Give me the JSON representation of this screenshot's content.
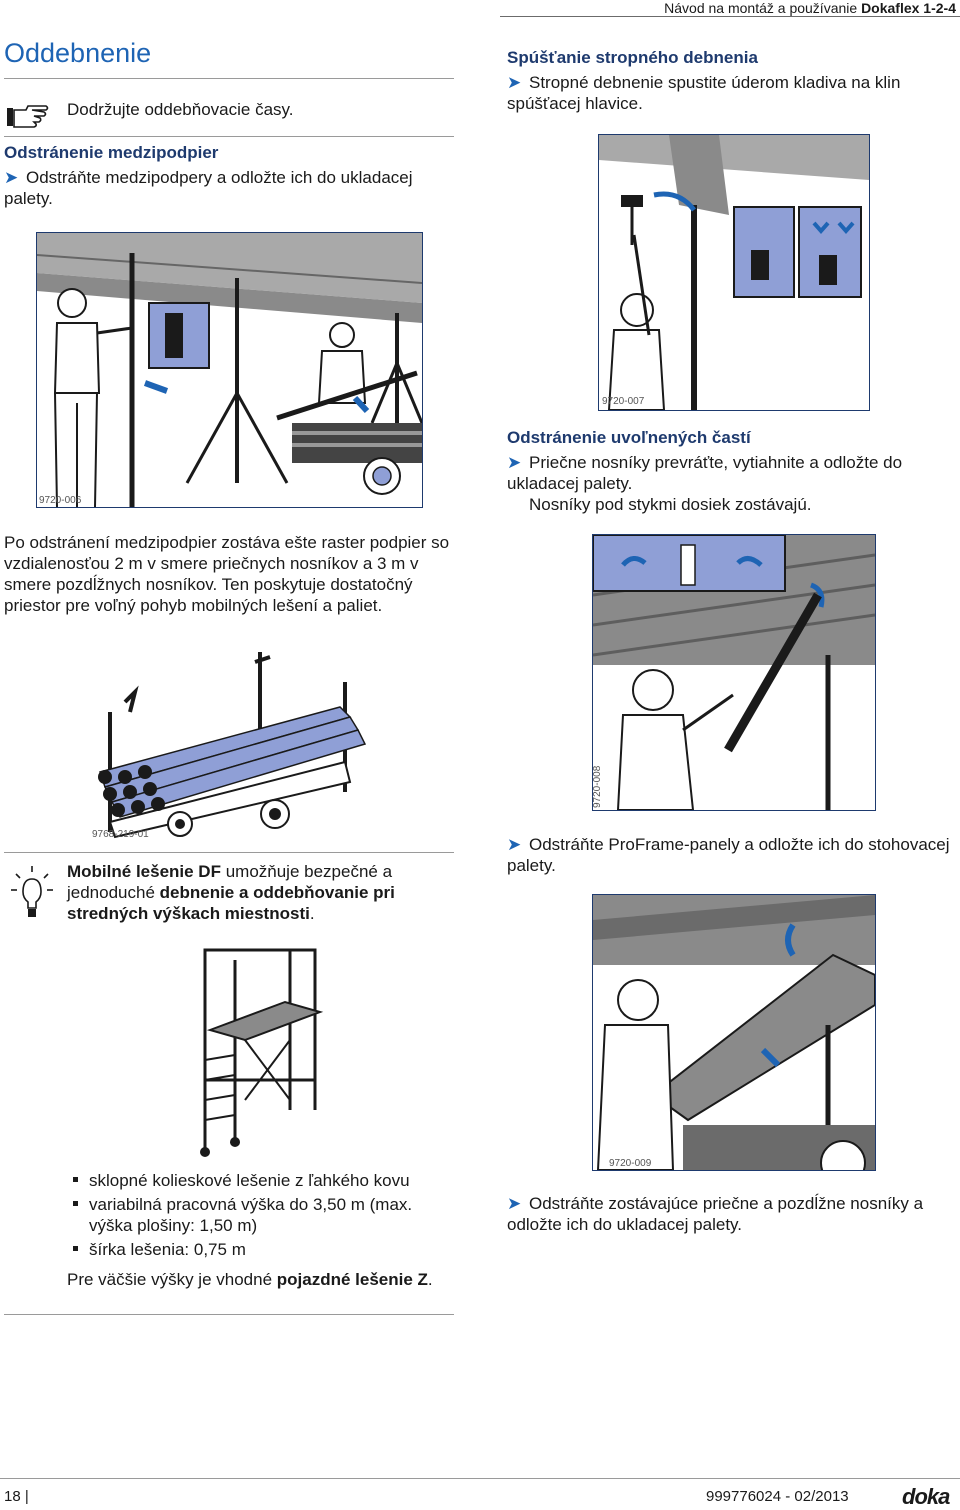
{
  "header": {
    "doc_title_prefix": "Návod na montáž a používanie",
    "doc_title_brand": "Dokaflex 1-2-4"
  },
  "left": {
    "heading": "Oddebnenie",
    "note_text": "Dodržujte oddebňovacie časy.",
    "sub_heading": "Odstránenie medzipodpier",
    "step1": "Odstráňte medzipodpery a odložte ich do ukladacej palety.",
    "fig1_caption": "9720-006",
    "paragraph": "Po odstránení medzipodpier zostáva ešte raster podpier so vzdialenosťou 2 m v smere priečnych nosníkov a 3 m v smere pozdĺžnych nosníkov. Ten poskytuje dostatočný priestor pre voľný pohyb mobilných lešení a paliet.",
    "fig2_caption": "9768-219-01",
    "tip_bold_1": "Mobilné lešenie DF",
    "tip_text_1": " umožňuje bezpečné a jednoduché ",
    "tip_bold_2": "debnenie a oddebňovanie pri stredných výškach miestnosti",
    "tip_text_2": ".",
    "bullets": [
      "sklopné kolieskové lešenie z ľahkého kovu",
      "variabilná pracovná výška do 3,50 m (max. výška plošiny: 1,50 m)",
      "šírka lešenia: 0,75 m"
    ],
    "bigger_text": "Pre väčšie výšky je vhodné ",
    "bigger_bold": "pojazdné lešenie Z",
    "bigger_end": "."
  },
  "right": {
    "heading1": "Spúšťanie stropného debnenia",
    "step1": "Stropné debnenie spustite úderom kladiva na klin spúšťacej hlavice.",
    "fig1_caption": "9720-007",
    "heading2": "Odstránenie uvoľnených častí",
    "step2": "Priečne nosníky prevráťte, vytiahnite a odložte do ukladacej palety.",
    "step2_note": "Nosníky pod stykmi dosiek zostávajú.",
    "fig2_caption": "9720-008",
    "step3": "Odstráňte ProFrame-panely a odložte ich do stohovacej palety.",
    "fig3_caption": "9720-009",
    "step4": "Odstráňte zostávajúce priečne a pozdĺžne nosníky a odložte ich do ukladacej palety."
  },
  "footer": {
    "page_number": "18",
    "doc_code": "999776024 - 02/2013",
    "logo": "doka"
  },
  "colors": {
    "accent": "#1e64b4",
    "dark_blue": "#1e3a6e",
    "figure_blue": "#8f9fd6"
  }
}
